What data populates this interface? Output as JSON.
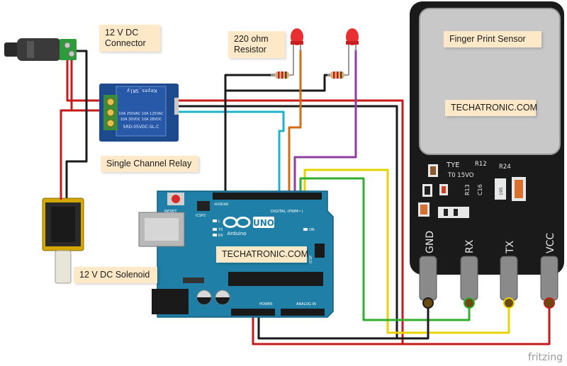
{
  "labels": {
    "dc_connector": "12 V DC\nConnector",
    "resistor": "220 ohm\nResistor",
    "fingerprint_sensor": "Finger Print Sensor",
    "techatronic_sensor": "TECHATRONIC.COM",
    "relay": "Single Channel Relay",
    "techatronic_arduino": "TECHATRONIC.COM",
    "solenoid": "12 V DC Solenoid"
  },
  "sensor": {
    "pins": [
      "GND",
      "RX",
      "TX",
      "VCC"
    ],
    "markings": {
      "tye": "TYE",
      "r12": "R12",
      "t015vo": "T0 15VO",
      "r24": "R24",
      "r13": "R13",
      "c16": "C16",
      "code195": "195"
    }
  },
  "relay": {
    "brand": "Keyes_SRly",
    "spec1": "10A 250VAC 10A 125VAC",
    "spec2": "10A 30VDC 10A 28VDC",
    "model": "SRD-05VDC-SL-C"
  },
  "arduino": {
    "brand": "Arduino",
    "model": "UNO",
    "reset": "RESET",
    "icsp2": "ICSP2",
    "icsp": "ICSP",
    "digital": "DIGITAL (PWM~)",
    "on": "ON",
    "tx": "TX",
    "rx": "RX",
    "l": "L",
    "power": "POWER",
    "analog": "ANALOG IN",
    "gnd": "GND",
    "aref": "AREF"
  },
  "watermark": "fritzing",
  "colors": {
    "wire_red": "#c41a1a",
    "wire_black": "#1a1a1a",
    "wire_orange": "#cf6d12",
    "wire_purple": "#8e3fa0",
    "wire_cyan": "#1fb3c8",
    "wire_yellow": "#e6d400",
    "wire_green": "#2fae2f",
    "arduino_blue": "#1f7fa6",
    "relay_blue": "#1d4a8c",
    "label_bg": "#fde9c8"
  }
}
